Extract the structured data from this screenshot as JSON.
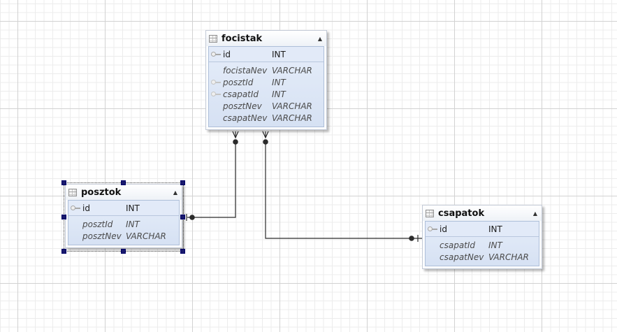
{
  "tables": {
    "focistak": {
      "name": "focistak",
      "primary_key": {
        "name": "id",
        "type": "INT"
      },
      "fields": [
        {
          "name": "focistaNev",
          "type": "VARCHAR",
          "icon": "none"
        },
        {
          "name": "posztId",
          "type": "INT",
          "icon": "foreign-key-icon"
        },
        {
          "name": "csapatId",
          "type": "INT",
          "icon": "foreign-key-icon"
        },
        {
          "name": "posztNev",
          "type": "VARCHAR",
          "icon": "none"
        },
        {
          "name": "csapatNev",
          "type": "VARCHAR",
          "icon": "none"
        }
      ]
    },
    "posztok": {
      "name": "posztok",
      "selected": true,
      "primary_key": {
        "name": "id",
        "type": "INT"
      },
      "fields": [
        {
          "name": "posztId",
          "type": "INT",
          "icon": "none"
        },
        {
          "name": "posztNev",
          "type": "VARCHAR",
          "icon": "none"
        }
      ]
    },
    "csapatok": {
      "name": "csapatok",
      "primary_key": {
        "name": "id",
        "type": "INT"
      },
      "fields": [
        {
          "name": "csapatId",
          "type": "INT",
          "icon": "none"
        },
        {
          "name": "csapatNev",
          "type": "VARCHAR",
          "icon": "none"
        }
      ]
    }
  },
  "relationships": [
    {
      "from": "focistak",
      "to": "posztok",
      "from_end": "many",
      "to_end": "one"
    },
    {
      "from": "focistak",
      "to": "csapatok",
      "from_end": "many",
      "to_end": "one"
    }
  ],
  "colors": {
    "line": "#2b2b2b",
    "selection_handle": "#1a1a6e",
    "row_fill": "#dce5f5"
  }
}
